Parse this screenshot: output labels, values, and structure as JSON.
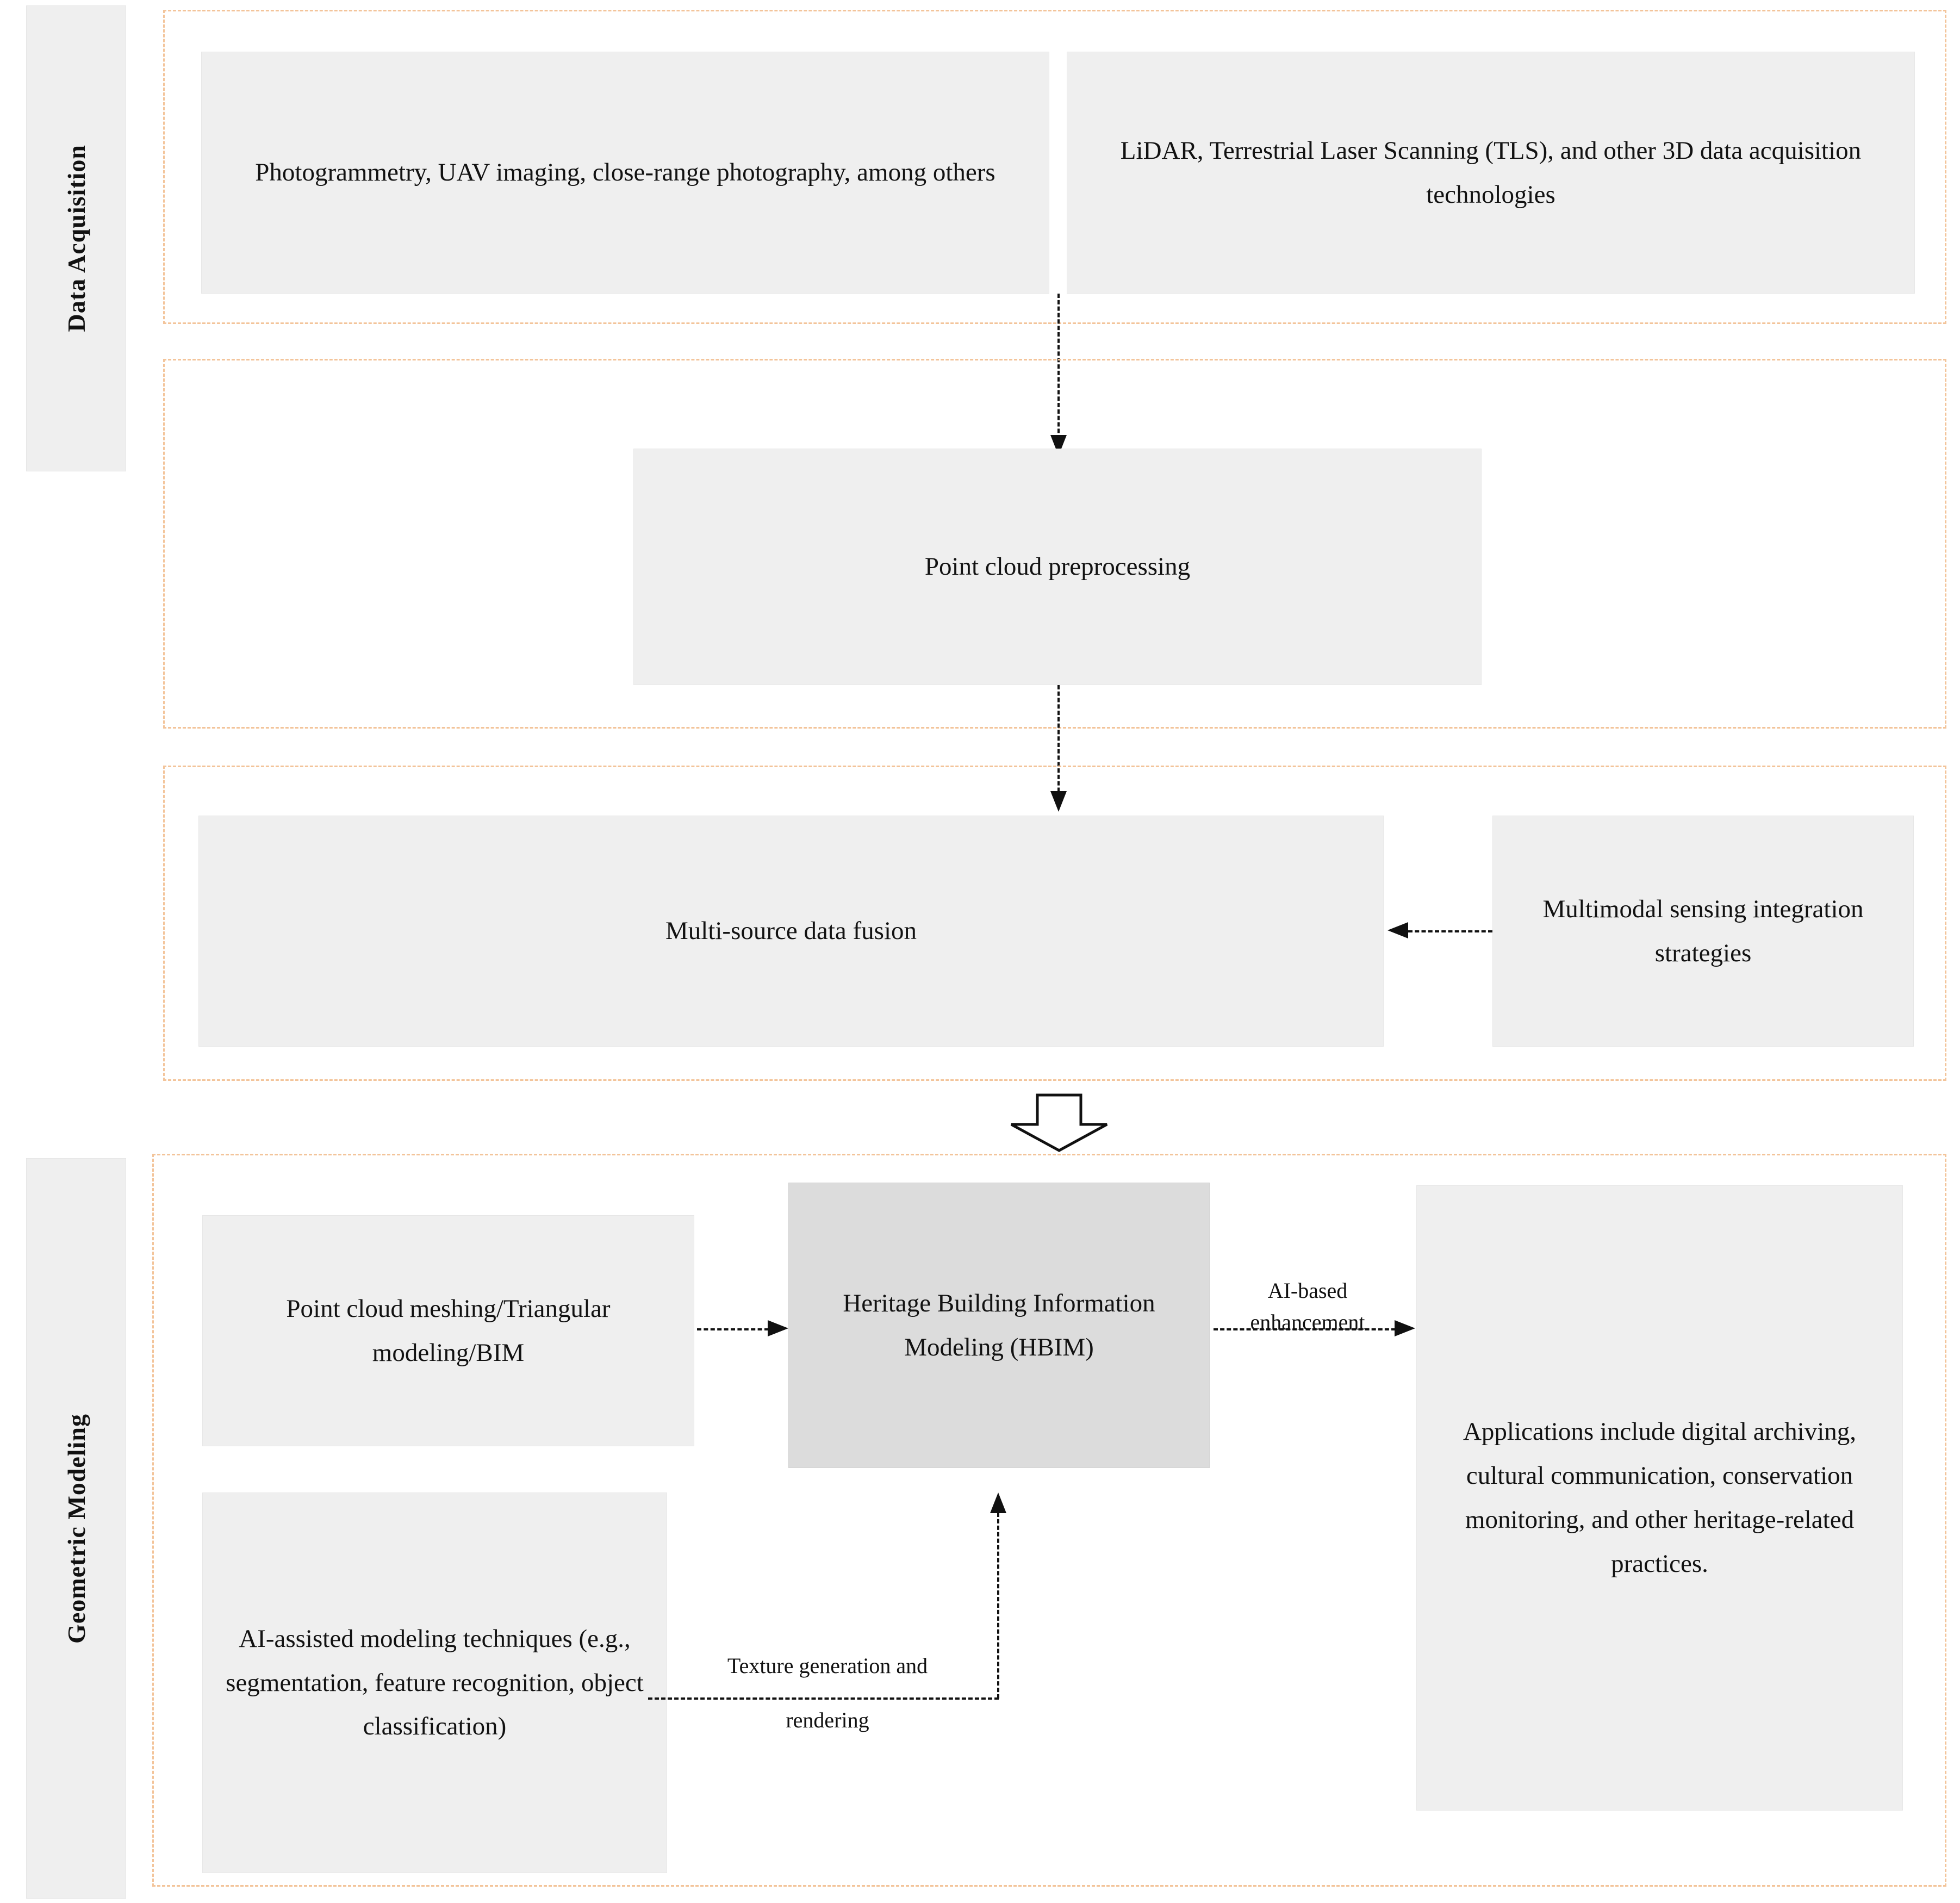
{
  "diagram": {
    "stages": [
      {
        "id": "data-acquisition",
        "label": "Data Acquisition"
      },
      {
        "id": "geometric-modeling",
        "label": "Geometric Modeling"
      }
    ],
    "nodes": {
      "photogrammetry": "Photogrammetry, UAV imaging, close-range photography, among others",
      "lidar": "LiDAR, Terrestrial Laser Scanning (TLS), and other 3D data acquisition technologies",
      "preprocessing": "Point cloud preprocessing",
      "fusion": "Multi-source data fusion",
      "multimodal": "Multimodal sensing integration strategies",
      "meshing": "Point cloud meshing/Triangular modeling/BIM",
      "hbim": "Heritage Building Information Modeling (HBIM)",
      "ai_assisted": "AI-assisted modeling techniques (e.g., segmentation, feature recognition, object classification)",
      "applications": "Applications include digital archiving, cultural communication, conservation monitoring, and other heritage-related practices."
    },
    "edge_labels": {
      "ai_enhancement_line1": "AI-based",
      "ai_enhancement_line2": "enhancement",
      "texture_line1": "Texture generation and",
      "texture_line2": "rendering"
    },
    "colors": {
      "group_border": "#f3c49a",
      "box_fill": "#efefef",
      "accent_box_fill": "#dcdcdc",
      "connector": "#111111",
      "stage_bar_fill": "#efefef"
    },
    "icons": {
      "stage_transition": "block-arrow-down-icon"
    }
  }
}
